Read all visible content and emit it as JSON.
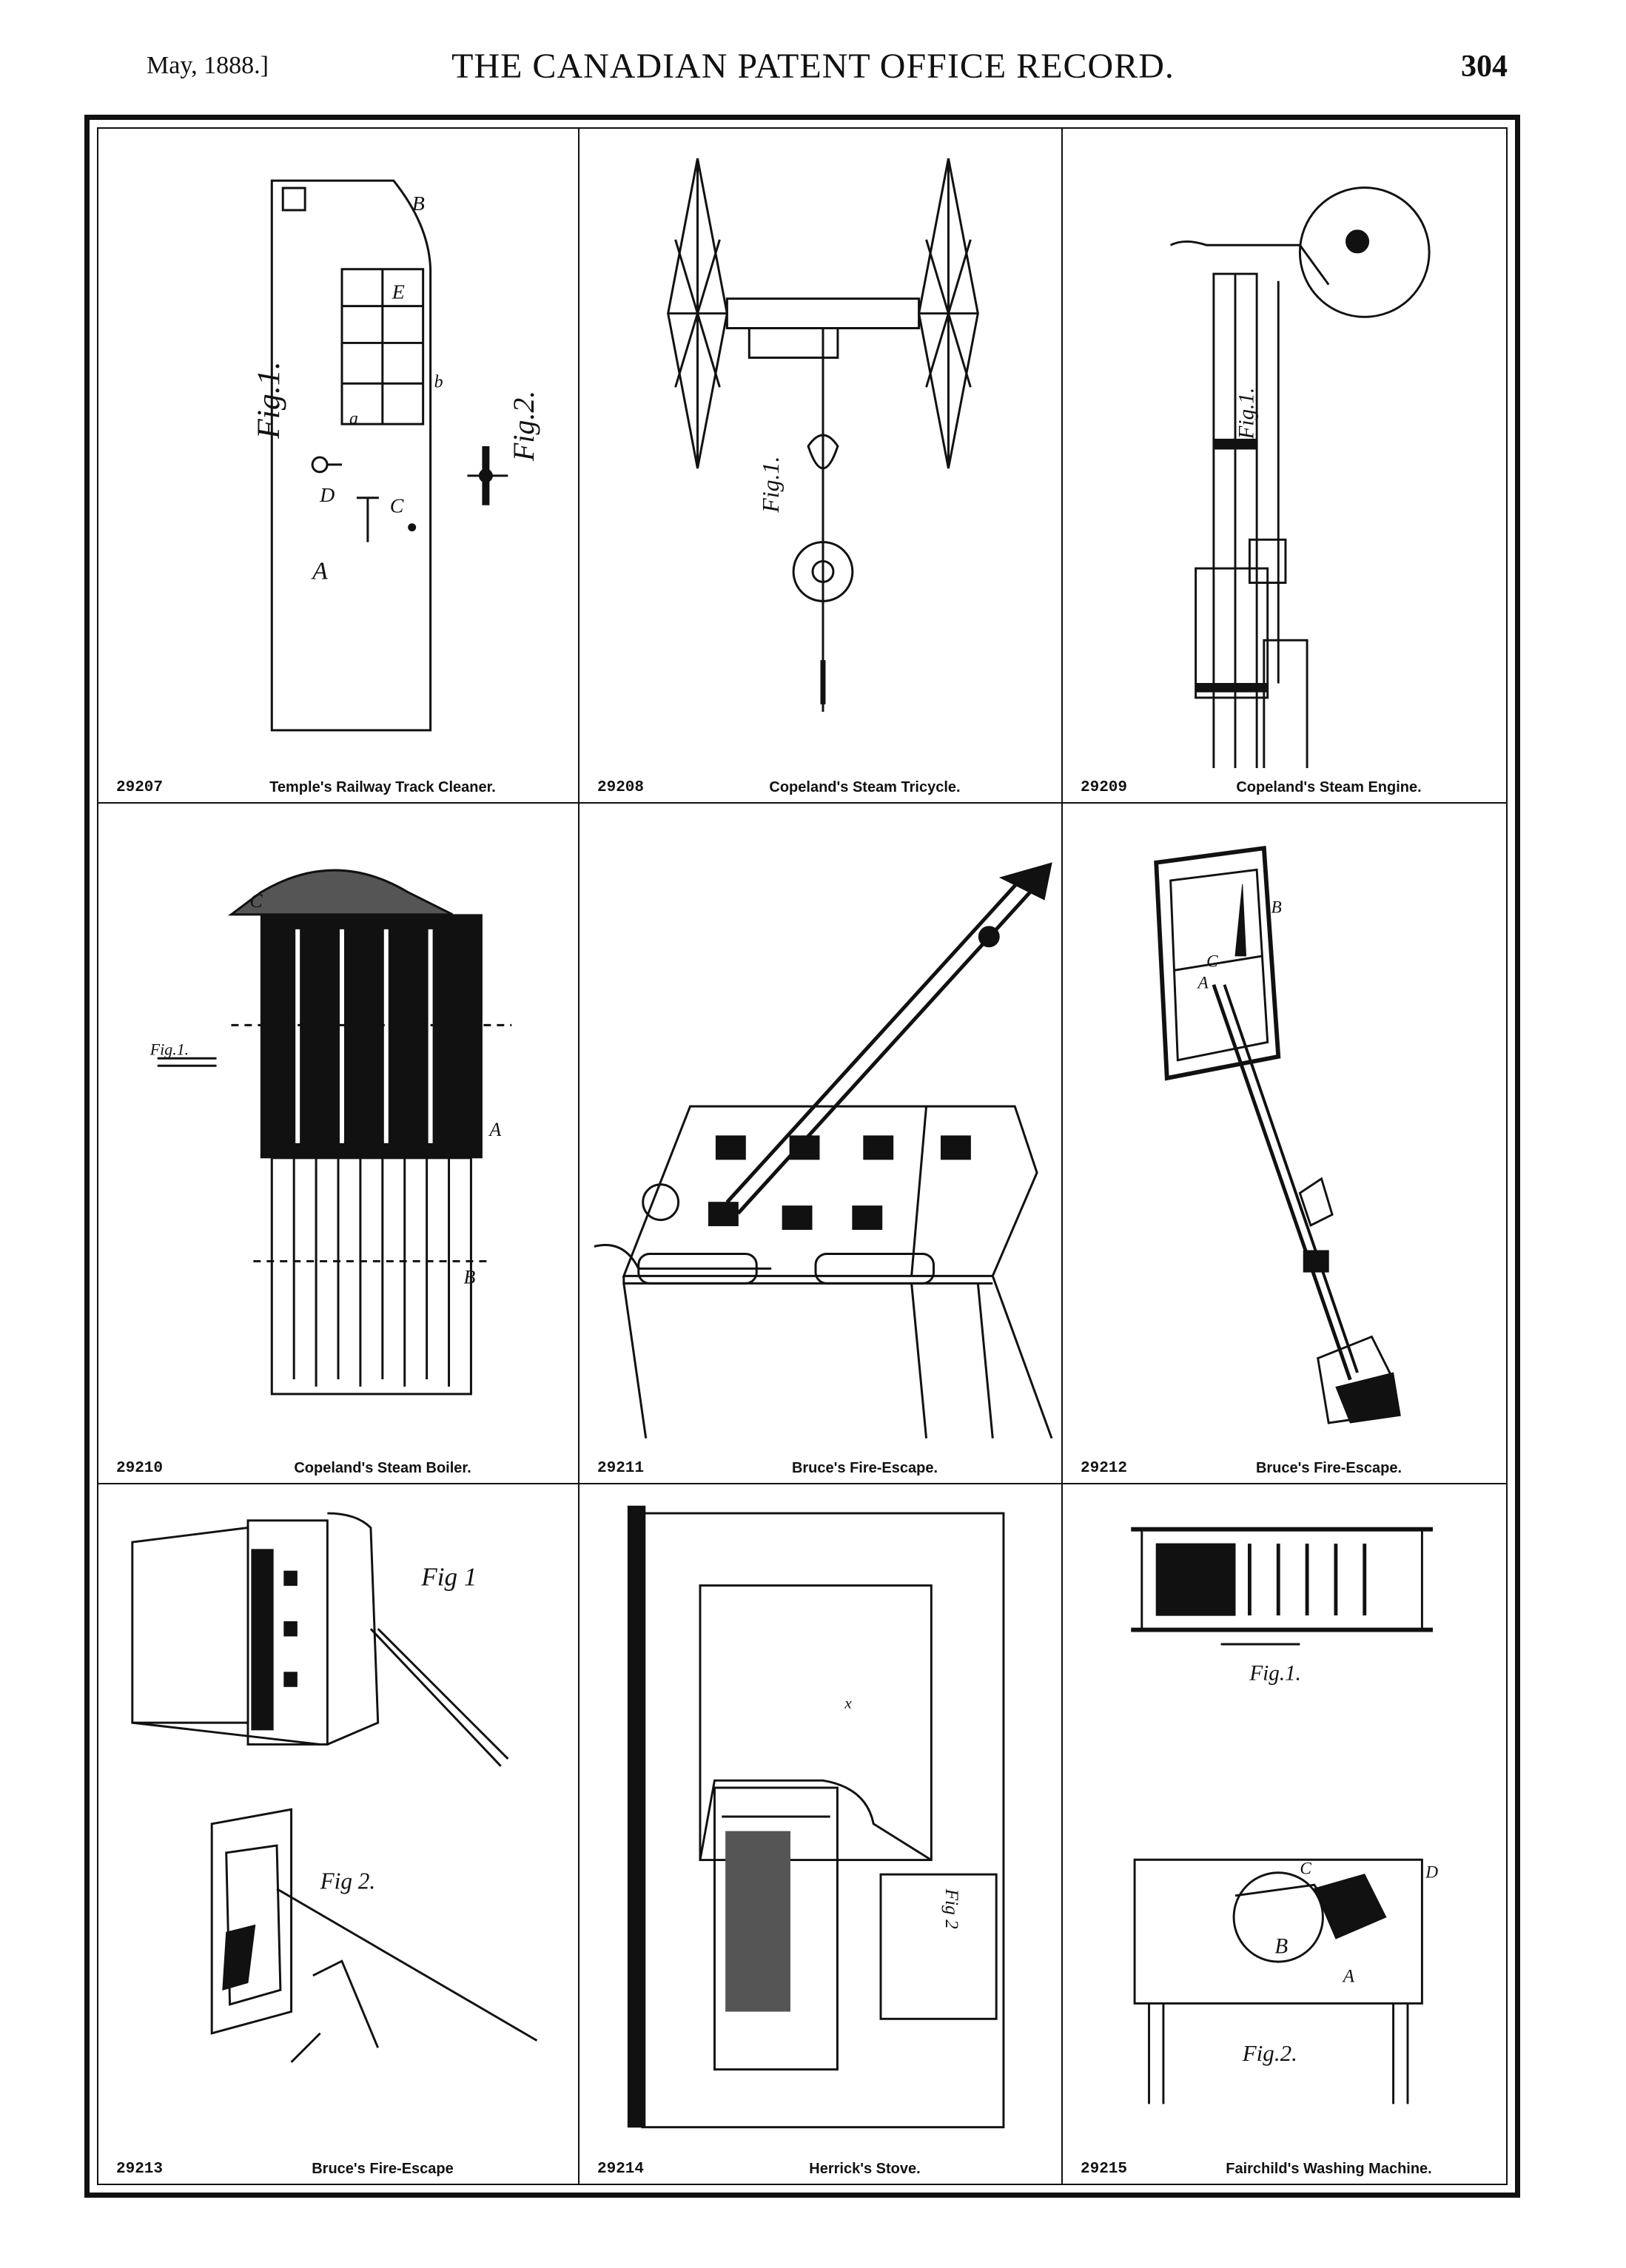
{
  "header": {
    "date": "May, 1888.]",
    "title": "THE CANADIAN PATENT OFFICE RECORD.",
    "page_number": "304"
  },
  "panels": [
    {
      "number": "29207",
      "caption": "Temple's Railway Track Cleaner.",
      "labels": {
        "fig1": "Fig.1.",
        "fig2": "Fig.2.",
        "A": "A",
        "B": "B",
        "C": "C",
        "D": "D",
        "E": "E",
        "a": "a",
        "b": "b"
      }
    },
    {
      "number": "29208",
      "caption": "Copeland's Steam Tricycle.",
      "labels": {
        "fig": "Fig.1."
      }
    },
    {
      "number": "29209",
      "caption": "Copeland's Steam Engine.",
      "labels": {
        "fig": "Fig.1."
      }
    },
    {
      "number": "29210",
      "caption": "Copeland's Steam Boiler.",
      "labels": {
        "fig": "Fig.1.",
        "A": "A",
        "B": "B",
        "C": "C"
      }
    },
    {
      "number": "29211",
      "caption": "Bruce's Fire-Escape.",
      "labels": {}
    },
    {
      "number": "29212",
      "caption": "Bruce's Fire-Escape.",
      "labels": {
        "A": "A",
        "B": "B",
        "C": "C"
      }
    },
    {
      "number": "29213",
      "caption": "Bruce's Fire-Escape",
      "labels": {
        "fig1": "Fig 1",
        "fig2": "Fig 2."
      }
    },
    {
      "number": "29214",
      "caption": "Herrick's Stove.",
      "labels": {
        "fig2": "Fig 2",
        "x": "x"
      }
    },
    {
      "number": "29215",
      "caption": "Fairchild's Washing Machine.",
      "labels": {
        "fig1": "Fig.1.",
        "fig2": "Fig.2.",
        "A": "A",
        "B": "B",
        "C": "C",
        "D": "D"
      }
    }
  ]
}
